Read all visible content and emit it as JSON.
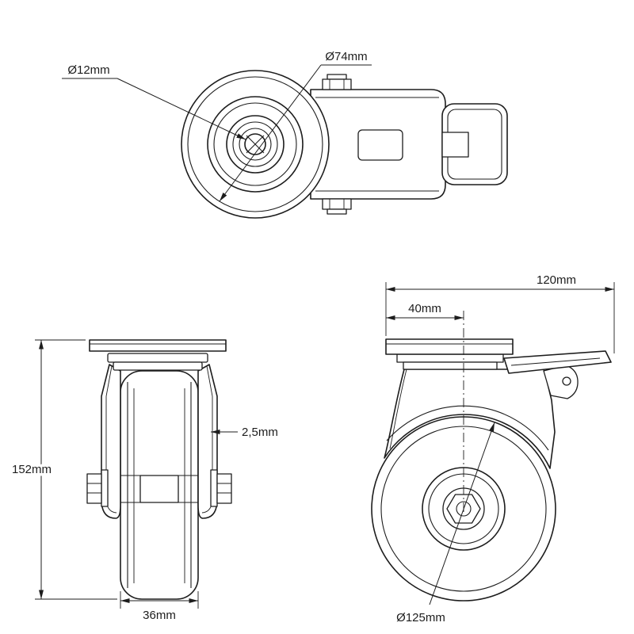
{
  "colors": {
    "line": "#1d1d1d",
    "background": "#ffffff"
  },
  "views": {
    "top": {
      "dims": {
        "bore_diameter": "Ø12mm",
        "head_diameter": "Ø74mm"
      }
    },
    "front": {
      "dims": {
        "overall_height": "152mm",
        "material_thickness": "2,5mm",
        "wheel_width": "36mm"
      }
    },
    "side": {
      "dims": {
        "overall_length": "120mm",
        "bolt_offset": "40mm",
        "wheel_diameter": "Ø125mm"
      }
    }
  }
}
